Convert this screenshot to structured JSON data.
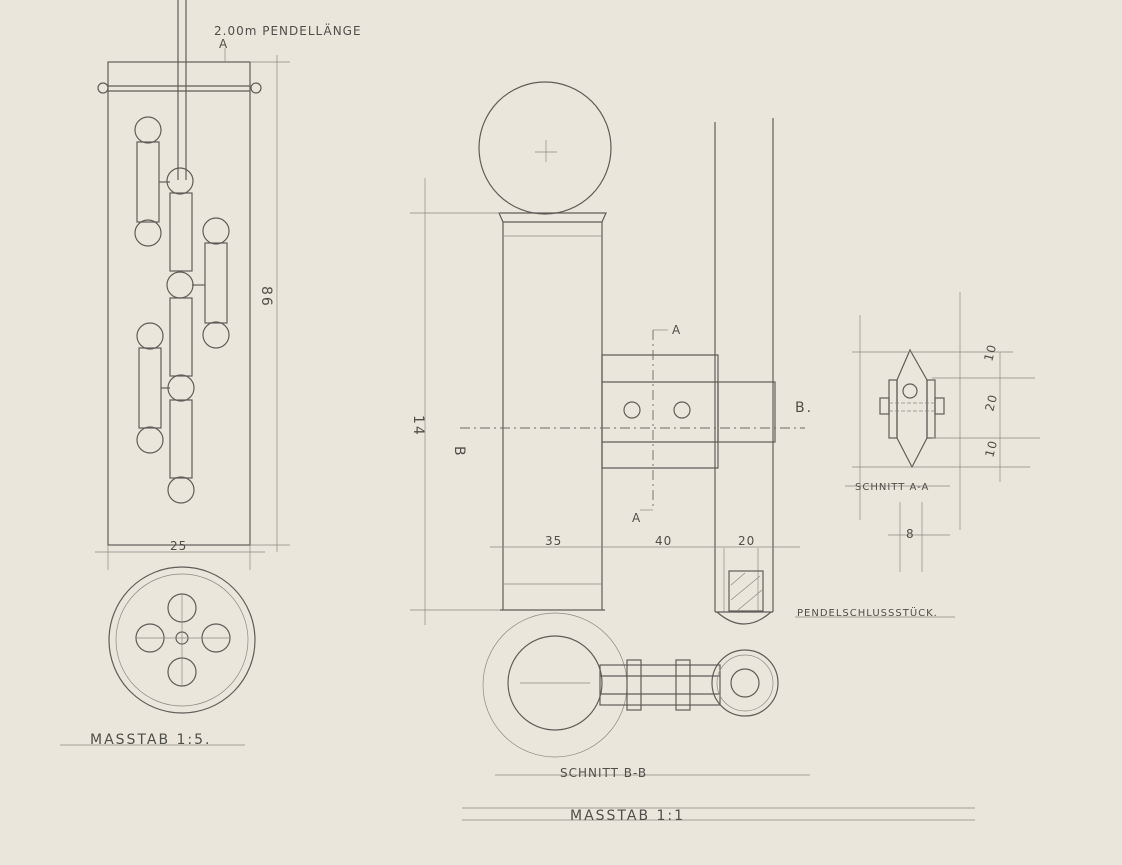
{
  "drawing": {
    "pendulum_length": "2.00m PENDELLÄNGE",
    "section_a_marker": "A",
    "height_dim_left": "86",
    "width_dim_left": "25",
    "scale_left": "MASSTAB 1:5.",
    "height_dim_mid": "14",
    "section_b_left": "B",
    "section_b_right": "B.",
    "section_a_top": "A",
    "section_a_bottom": "A",
    "dim_35": "35",
    "dim_40": "40",
    "dim_20": "20",
    "end_piece_label": "PENDELSCHLUSSSTÜCK.",
    "section_bb_label": "SCHNITT B-B",
    "scale_right": "MASSTAB 1:1",
    "section_aa_label": "SCHNITT A-A",
    "dim_aa_top": "10",
    "dim_aa_mid": "20",
    "dim_aa_bottom": "10",
    "dim_aa_width": "8"
  },
  "colors": {
    "paper": "#ebe6db",
    "pencil": "#5e5d58"
  }
}
